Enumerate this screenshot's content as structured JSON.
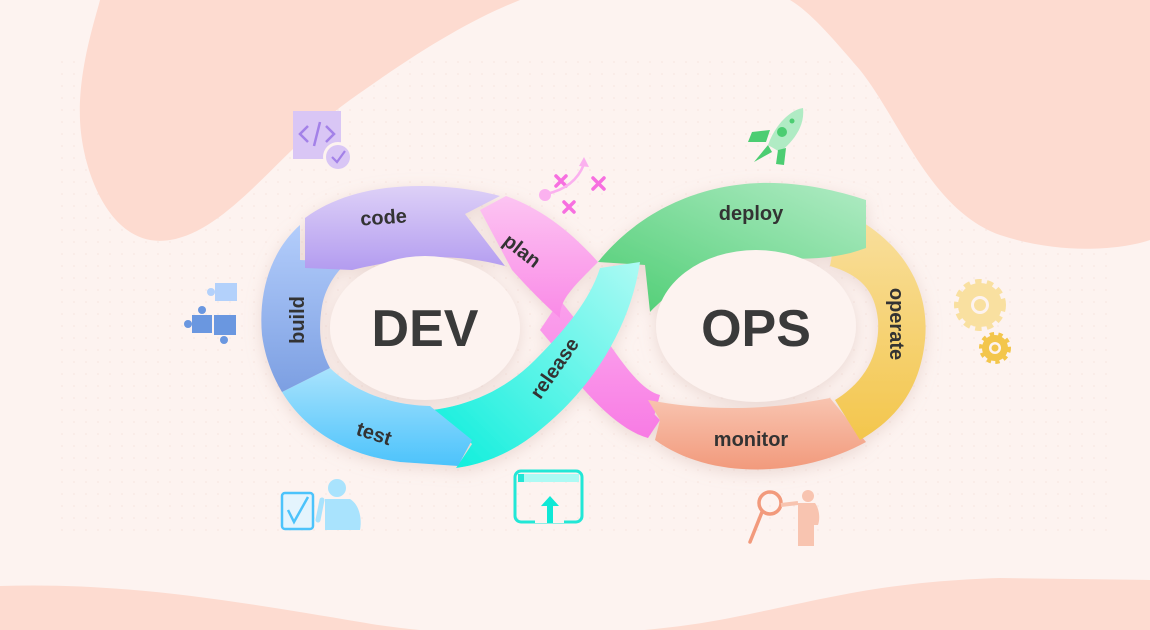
{
  "diagram": {
    "title_left": "DEV",
    "title_right": "OPS",
    "stages": [
      {
        "id": "plan",
        "label": "plan",
        "color": "#fb8fe9"
      },
      {
        "id": "code",
        "label": "code",
        "color": "#c3a6f2"
      },
      {
        "id": "build",
        "label": "build",
        "color": "#8fb0ec"
      },
      {
        "id": "test",
        "label": "test",
        "color": "#6fd0fb"
      },
      {
        "id": "release",
        "label": "release",
        "color": "#3ff0e0"
      },
      {
        "id": "deploy",
        "label": "deploy",
        "color": "#7fe0a0"
      },
      {
        "id": "operate",
        "label": "operate",
        "color": "#f6d06a"
      },
      {
        "id": "monitor",
        "label": "monitor",
        "color": "#f4a68a"
      }
    ],
    "icons": {
      "code": "code-check-icon",
      "plan": "strategy-plan-icon",
      "build": "puzzle-icon",
      "test": "checkbox-person-icon",
      "release": "upload-window-icon",
      "deploy": "rocket-icon",
      "operate": "gears-icon",
      "monitor": "magnifier-person-icon"
    }
  },
  "background": {
    "base": "#fdf3f0",
    "blob": "#fddbd0"
  }
}
